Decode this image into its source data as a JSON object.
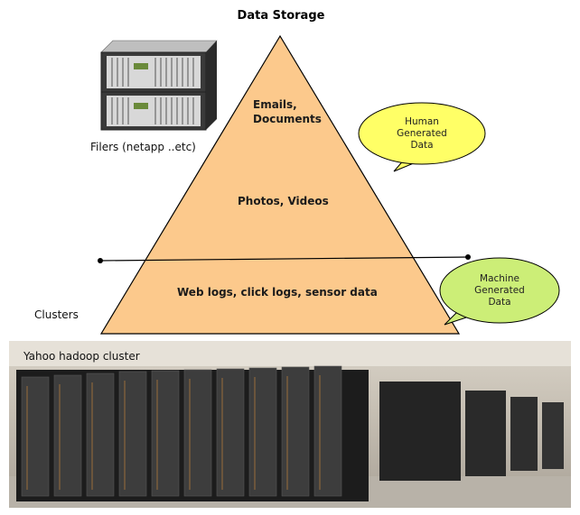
{
  "title": "Data Storage",
  "filers_label": "Filers (netapp ..etc)",
  "clusters_label": "Clusters",
  "triangle": {
    "top_text": "Emails,\nDocuments",
    "middle_text": "Photos, Videos",
    "bottom_text": "Web logs,  click logs,  sensor data"
  },
  "bubbles": {
    "human": "Human\nGenerated\nData",
    "machine": "Machine\nGenerated\nData"
  },
  "photo_caption": "Yahoo hadoop cluster",
  "colors": {
    "triangle_fill": "#fcc98c",
    "human_bubble": "#ffff66",
    "machine_bubble": "#ccee77",
    "outline": "#000000"
  }
}
